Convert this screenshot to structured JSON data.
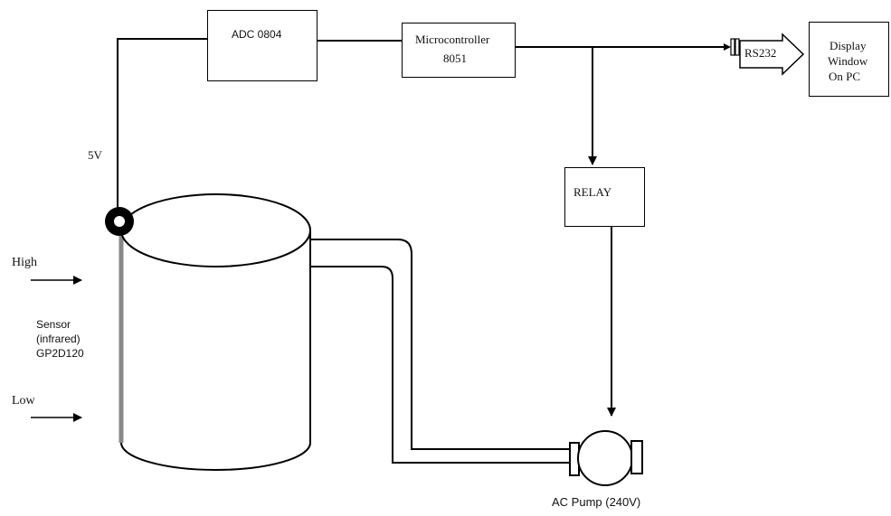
{
  "blocks": {
    "adc": "ADC 0804",
    "microcontroller_line1": "Microcontroller",
    "microcontroller_line2": "8051",
    "relay": "RELAY",
    "display_line1": "Display",
    "display_line2": "Window",
    "display_line3": "On PC"
  },
  "connector": {
    "rs232": "RS232"
  },
  "labels": {
    "voltage": "5V",
    "high": "High",
    "low": "Low",
    "sensor_line1": "Sensor",
    "sensor_line2": "(infrared)",
    "sensor_line3": "GP2D120",
    "pump": "AC Pump (240V)"
  }
}
